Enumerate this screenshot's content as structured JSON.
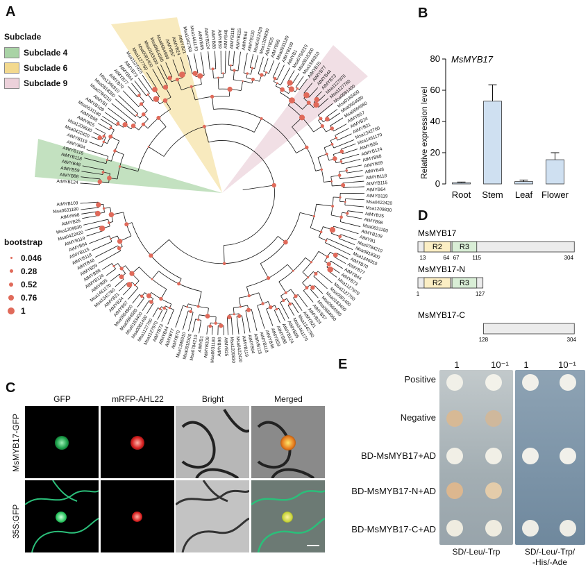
{
  "panel_a": {
    "letter": "A",
    "legend_title": "Subclade",
    "subclades": [
      {
        "label": "Subclade 4",
        "color": "#a9d3a6"
      },
      {
        "label": "Subclade 6",
        "color": "#f3d98e"
      },
      {
        "label": "Subclade 9",
        "color": "#ecd1da"
      }
    ],
    "bootstrap_title": "bootstrap",
    "bootstrap_values": [
      "0.046",
      "0.28",
      "0.52",
      "0.76",
      "1"
    ],
    "node_color": "#e06a5a",
    "leaf_labels_sample": [
      "AtMYB124",
      "AtMYB88",
      "AtMYB59",
      "AtMYB48",
      "AtMYB118",
      "AtMYB115",
      "AtMYB64",
      "AtMYB119",
      "Msa0422420",
      "Msa1209830",
      "AtMYB25",
      "AtMYB98",
      "Msa0631180",
      "AtMYB109",
      "AtMYB1",
      "Msa0784210",
      "Msa0818300",
      "Msa1346910",
      "AtMYB70",
      "AtMYB77",
      "AtMYB44",
      "AtMYB73",
      "Msa1127970",
      "Msa1127760",
      "Msa0081400",
      "Msa0183400",
      "Msa0664580",
      "Msa0664960",
      "AtMYB57",
      "AtMYB24",
      "AtMYB21",
      "Msa1342760",
      "Msa1461170",
      "AtMYB95"
    ]
  },
  "panel_b": {
    "letter": "B",
    "gene": "MsMYB17",
    "chart_data": {
      "type": "bar",
      "title": "MsMYB17",
      "categories": [
        "Root",
        "Stem",
        "Leaf",
        "Flower"
      ],
      "values": [
        0.8,
        53,
        1.5,
        15.5
      ],
      "errors": [
        0.4,
        10.5,
        1.0,
        4.5
      ],
      "ylabel": "Relative expression level",
      "xlabel": "",
      "ylim": [
        0,
        80
      ],
      "yticks": [
        0,
        20,
        40,
        60,
        80
      ],
      "bar_color": "#cfe0f1"
    }
  },
  "panel_c": {
    "letter": "C",
    "columns": [
      "GFP",
      "mRFP-AHL22",
      "Bright",
      "Merged"
    ],
    "rows": [
      "MsMYB17-GFP",
      "35S:GFP"
    ]
  },
  "panel_d": {
    "letter": "D",
    "constructs": [
      {
        "name": "MsMYB17",
        "start": "1",
        "end": "304",
        "r2_start": "13",
        "r2_end": "64",
        "r3_start": "67",
        "r3_end": "115"
      },
      {
        "name": "MsMYB17-N",
        "start": "1",
        "end": "127"
      },
      {
        "name": "MsMYB17-C",
        "start": "128",
        "end": "304"
      }
    ],
    "domain_labels": {
      "r2": "R2",
      "r3": "R3"
    },
    "colors": {
      "r2": "#fbeec4",
      "r3": "#d9eed6",
      "bar": "#ececec"
    }
  },
  "panel_e": {
    "letter": "E",
    "dilutions": [
      "1",
      "10⁻¹",
      "1",
      "10⁻¹"
    ],
    "rows": [
      "Positive",
      "Negative",
      "BD-MsMYB17+AD",
      "BD-MsMYB17-N+AD",
      "BD-MsMYB17-C+AD"
    ],
    "media": [
      "SD/-Leu/-Trp",
      "SD/-Leu/-Trp/\n-His/-Ade"
    ],
    "plate_colors": {
      "left": "#aab5b9",
      "right": "#7f98ad"
    }
  }
}
